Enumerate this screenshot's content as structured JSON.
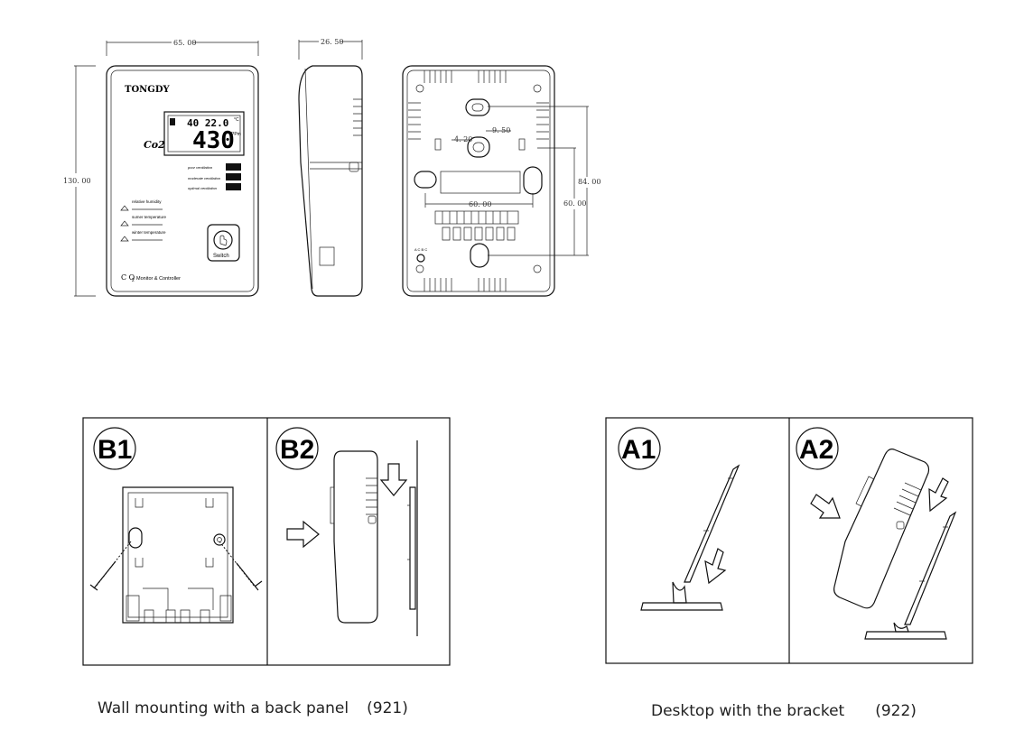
{
  "front": {
    "brand": "TONGDY",
    "co2_label": "Co2",
    "display_top": "40 22.0",
    "display_main": "430",
    "display_unit": "PPm",
    "display_deg": "°C",
    "legend": [
      "poor ventilation",
      "moderate ventilation",
      "optimal ventilation"
    ],
    "rh_label": "relative   humidity",
    "summer_label": "sumer   temperature",
    "winter_label": "winter   temperature",
    "switch_label": "Switch",
    "footer_co": "C O",
    "footer_sub": "2",
    "footer_text": "Monitor & Controller"
  },
  "dimensions": {
    "width": "65. 00",
    "depth": "26. 50",
    "height": "130. 00",
    "hole_a": "9. 50",
    "hole_b": "4. 20",
    "span": "60. 00",
    "right_1": "84. 00",
    "right_2": "60. 00",
    "terminal": "A C B C"
  },
  "panels": {
    "b1": "B1",
    "b2": "B2",
    "a1": "A1",
    "a2": "A2"
  },
  "captions": {
    "wall": "Wall mounting with a back panel",
    "wall_code": "(921)",
    "desk": "Desktop with the bracket",
    "desk_code": "(922)"
  }
}
